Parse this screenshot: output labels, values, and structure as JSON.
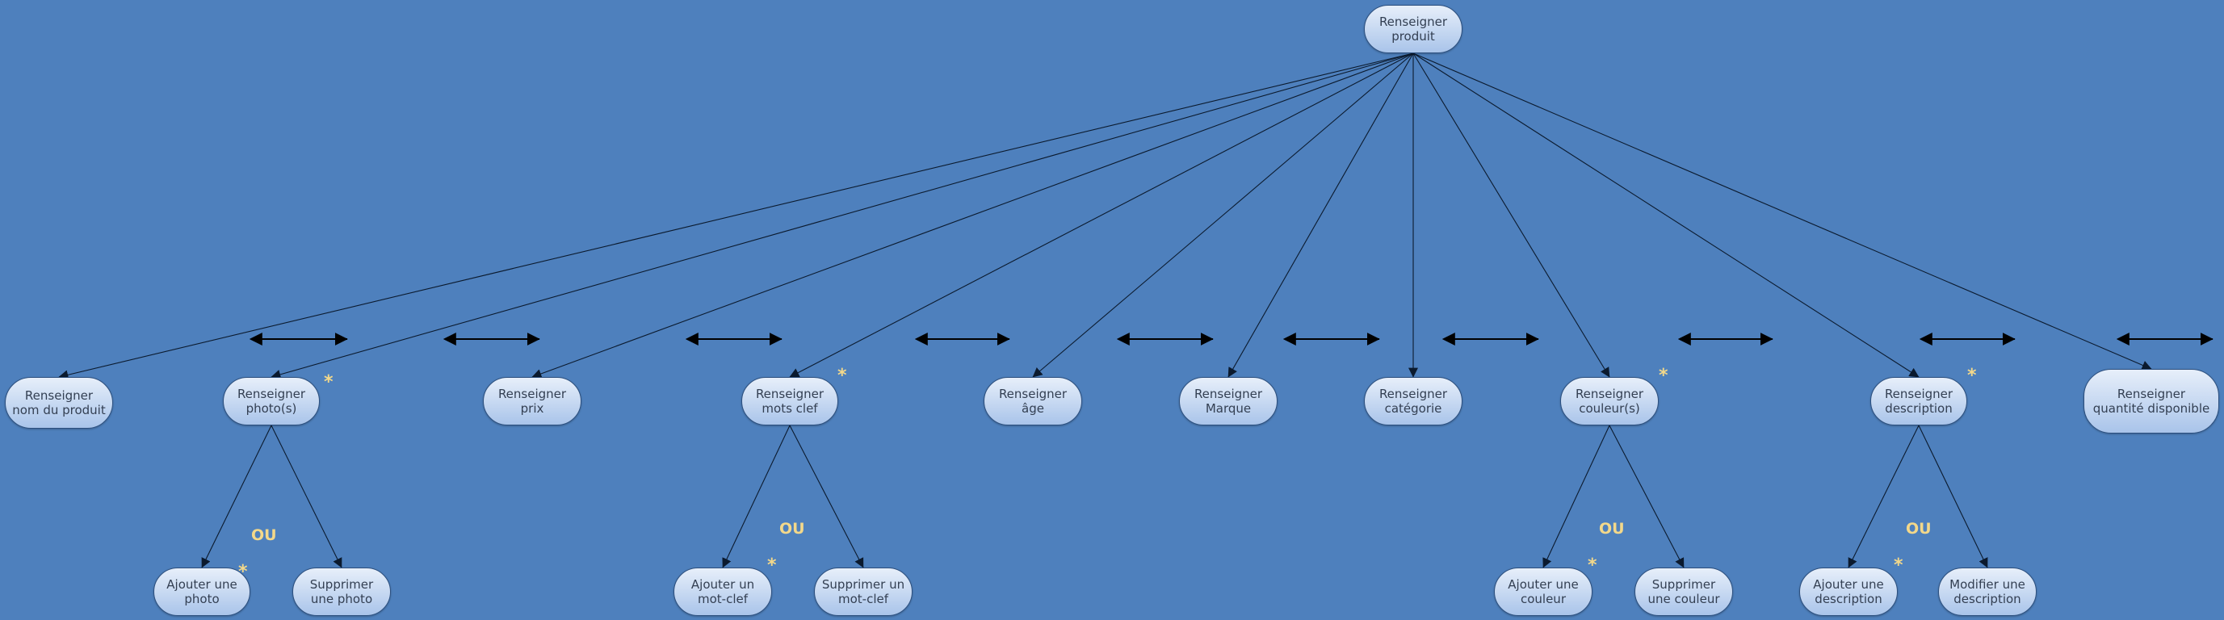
{
  "diagram": {
    "root": {
      "id": "root",
      "label": "Renseigner\nproduit"
    },
    "nodes": [
      {
        "id": "nom",
        "label": "Renseigner\nnom du produit"
      },
      {
        "id": "photos",
        "label": "Renseigner\nphoto(s)"
      },
      {
        "id": "prix",
        "label": "Renseigner\nprix"
      },
      {
        "id": "motsclef",
        "label": "Renseigner\nmots clef"
      },
      {
        "id": "age",
        "label": "Renseigner\nâge"
      },
      {
        "id": "marque",
        "label": "Renseigner\nMarque"
      },
      {
        "id": "categorie",
        "label": "Renseigner\ncatégorie"
      },
      {
        "id": "couleurs",
        "label": "Renseigner\ncouleur(s)"
      },
      {
        "id": "description",
        "label": "Renseigner\ndescription"
      },
      {
        "id": "quantite",
        "label": "Renseigner\nquantité disponible"
      },
      {
        "id": "ajout-photo",
        "label": "Ajouter une\nphoto"
      },
      {
        "id": "suppr-photo",
        "label": "Supprimer\nune photo"
      },
      {
        "id": "ajout-motclef",
        "label": "Ajouter un\nmot-clef"
      },
      {
        "id": "suppr-motclef",
        "label": "Supprimer un\nmot-clef"
      },
      {
        "id": "ajout-couleur",
        "label": "Ajouter une\ncouleur"
      },
      {
        "id": "suppr-couleur",
        "label": "Supprimer\nune couleur"
      },
      {
        "id": "ajout-desc",
        "label": "Ajouter une\ndescription"
      },
      {
        "id": "modif-desc",
        "label": "Modifier une\ndescription"
      }
    ],
    "edges": [
      [
        "root",
        "nom"
      ],
      [
        "root",
        "photos"
      ],
      [
        "root",
        "prix"
      ],
      [
        "root",
        "motsclef"
      ],
      [
        "root",
        "age"
      ],
      [
        "root",
        "marque"
      ],
      [
        "root",
        "categorie"
      ],
      [
        "root",
        "couleurs"
      ],
      [
        "root",
        "description"
      ],
      [
        "root",
        "quantite"
      ],
      [
        "photos",
        "ajout-photo"
      ],
      [
        "photos",
        "suppr-photo"
      ],
      [
        "motsclef",
        "ajout-motclef"
      ],
      [
        "motsclef",
        "suppr-motclef"
      ],
      [
        "couleurs",
        "ajout-couleur"
      ],
      [
        "couleurs",
        "suppr-couleur"
      ],
      [
        "description",
        "ajout-desc"
      ],
      [
        "description",
        "modif-desc"
      ]
    ],
    "star_symbol": "*",
    "starred": [
      "photos",
      "motsclef",
      "couleurs",
      "description",
      "ajout-photo",
      "ajout-motclef",
      "ajout-couleur",
      "ajout-desc"
    ],
    "ou_label": "OU",
    "ou_groups": [
      "photos",
      "motsclef",
      "couleurs",
      "description"
    ],
    "double_arrow_count": 10,
    "colors": {
      "background": "#4e80bd",
      "node_fill_top": "#e7effa",
      "node_fill_bottom": "#a9c4ea",
      "node_border": "#2c4f7e",
      "node_text": "#333f52",
      "edge": "#0b1a2e",
      "accent": "#f3d88a"
    }
  }
}
